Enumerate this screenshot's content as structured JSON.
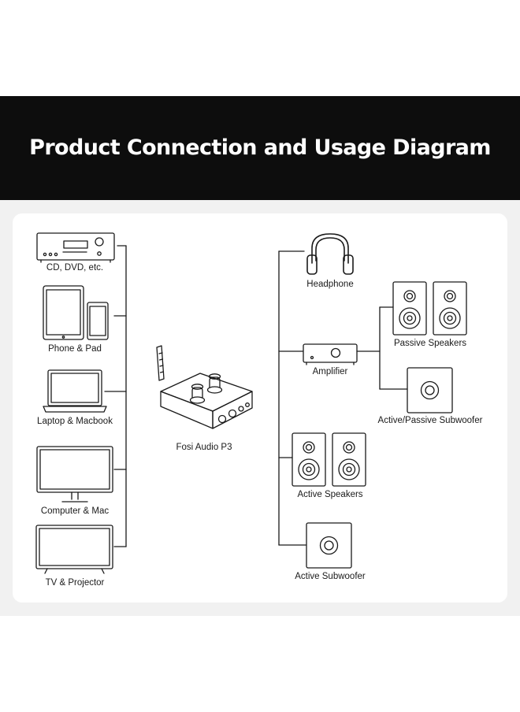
{
  "title": "Product Connection and Usage Diagram",
  "device": {
    "label": "Fosi Audio P3"
  },
  "sources": [
    {
      "id": "cd",
      "label": "CD, DVD, etc.",
      "icon": "cd-player-icon"
    },
    {
      "id": "phone",
      "label": "Phone & Pad",
      "icon": "phone-tablet-icon"
    },
    {
      "id": "laptop",
      "label": "Laptop & Macbook",
      "icon": "laptop-icon"
    },
    {
      "id": "computer",
      "label": "Computer & Mac",
      "icon": "monitor-icon"
    },
    {
      "id": "tv",
      "label": "TV & Projector",
      "icon": "tv-icon"
    }
  ],
  "outputs": {
    "headphone": {
      "label": "Headphone",
      "icon": "headphone-icon"
    },
    "amplifier": {
      "label": "Amplifier",
      "icon": "amplifier-icon"
    },
    "passive_speakers": {
      "label": "Passive Speakers",
      "icon": "speaker-pair-icon"
    },
    "subwoofer_passive": {
      "label": "Active/Passive Subwoofer",
      "icon": "subwoofer-icon"
    },
    "active_speakers": {
      "label": "Active Speakers",
      "icon": "speaker-pair-icon"
    },
    "active_subwoofer": {
      "label": "Active Subwoofer",
      "icon": "subwoofer-icon"
    }
  },
  "colors": {
    "banner": "#0d0d0d",
    "panel": "#f1f1f1",
    "card": "#ffffff",
    "stroke": "#1a1a1a"
  }
}
